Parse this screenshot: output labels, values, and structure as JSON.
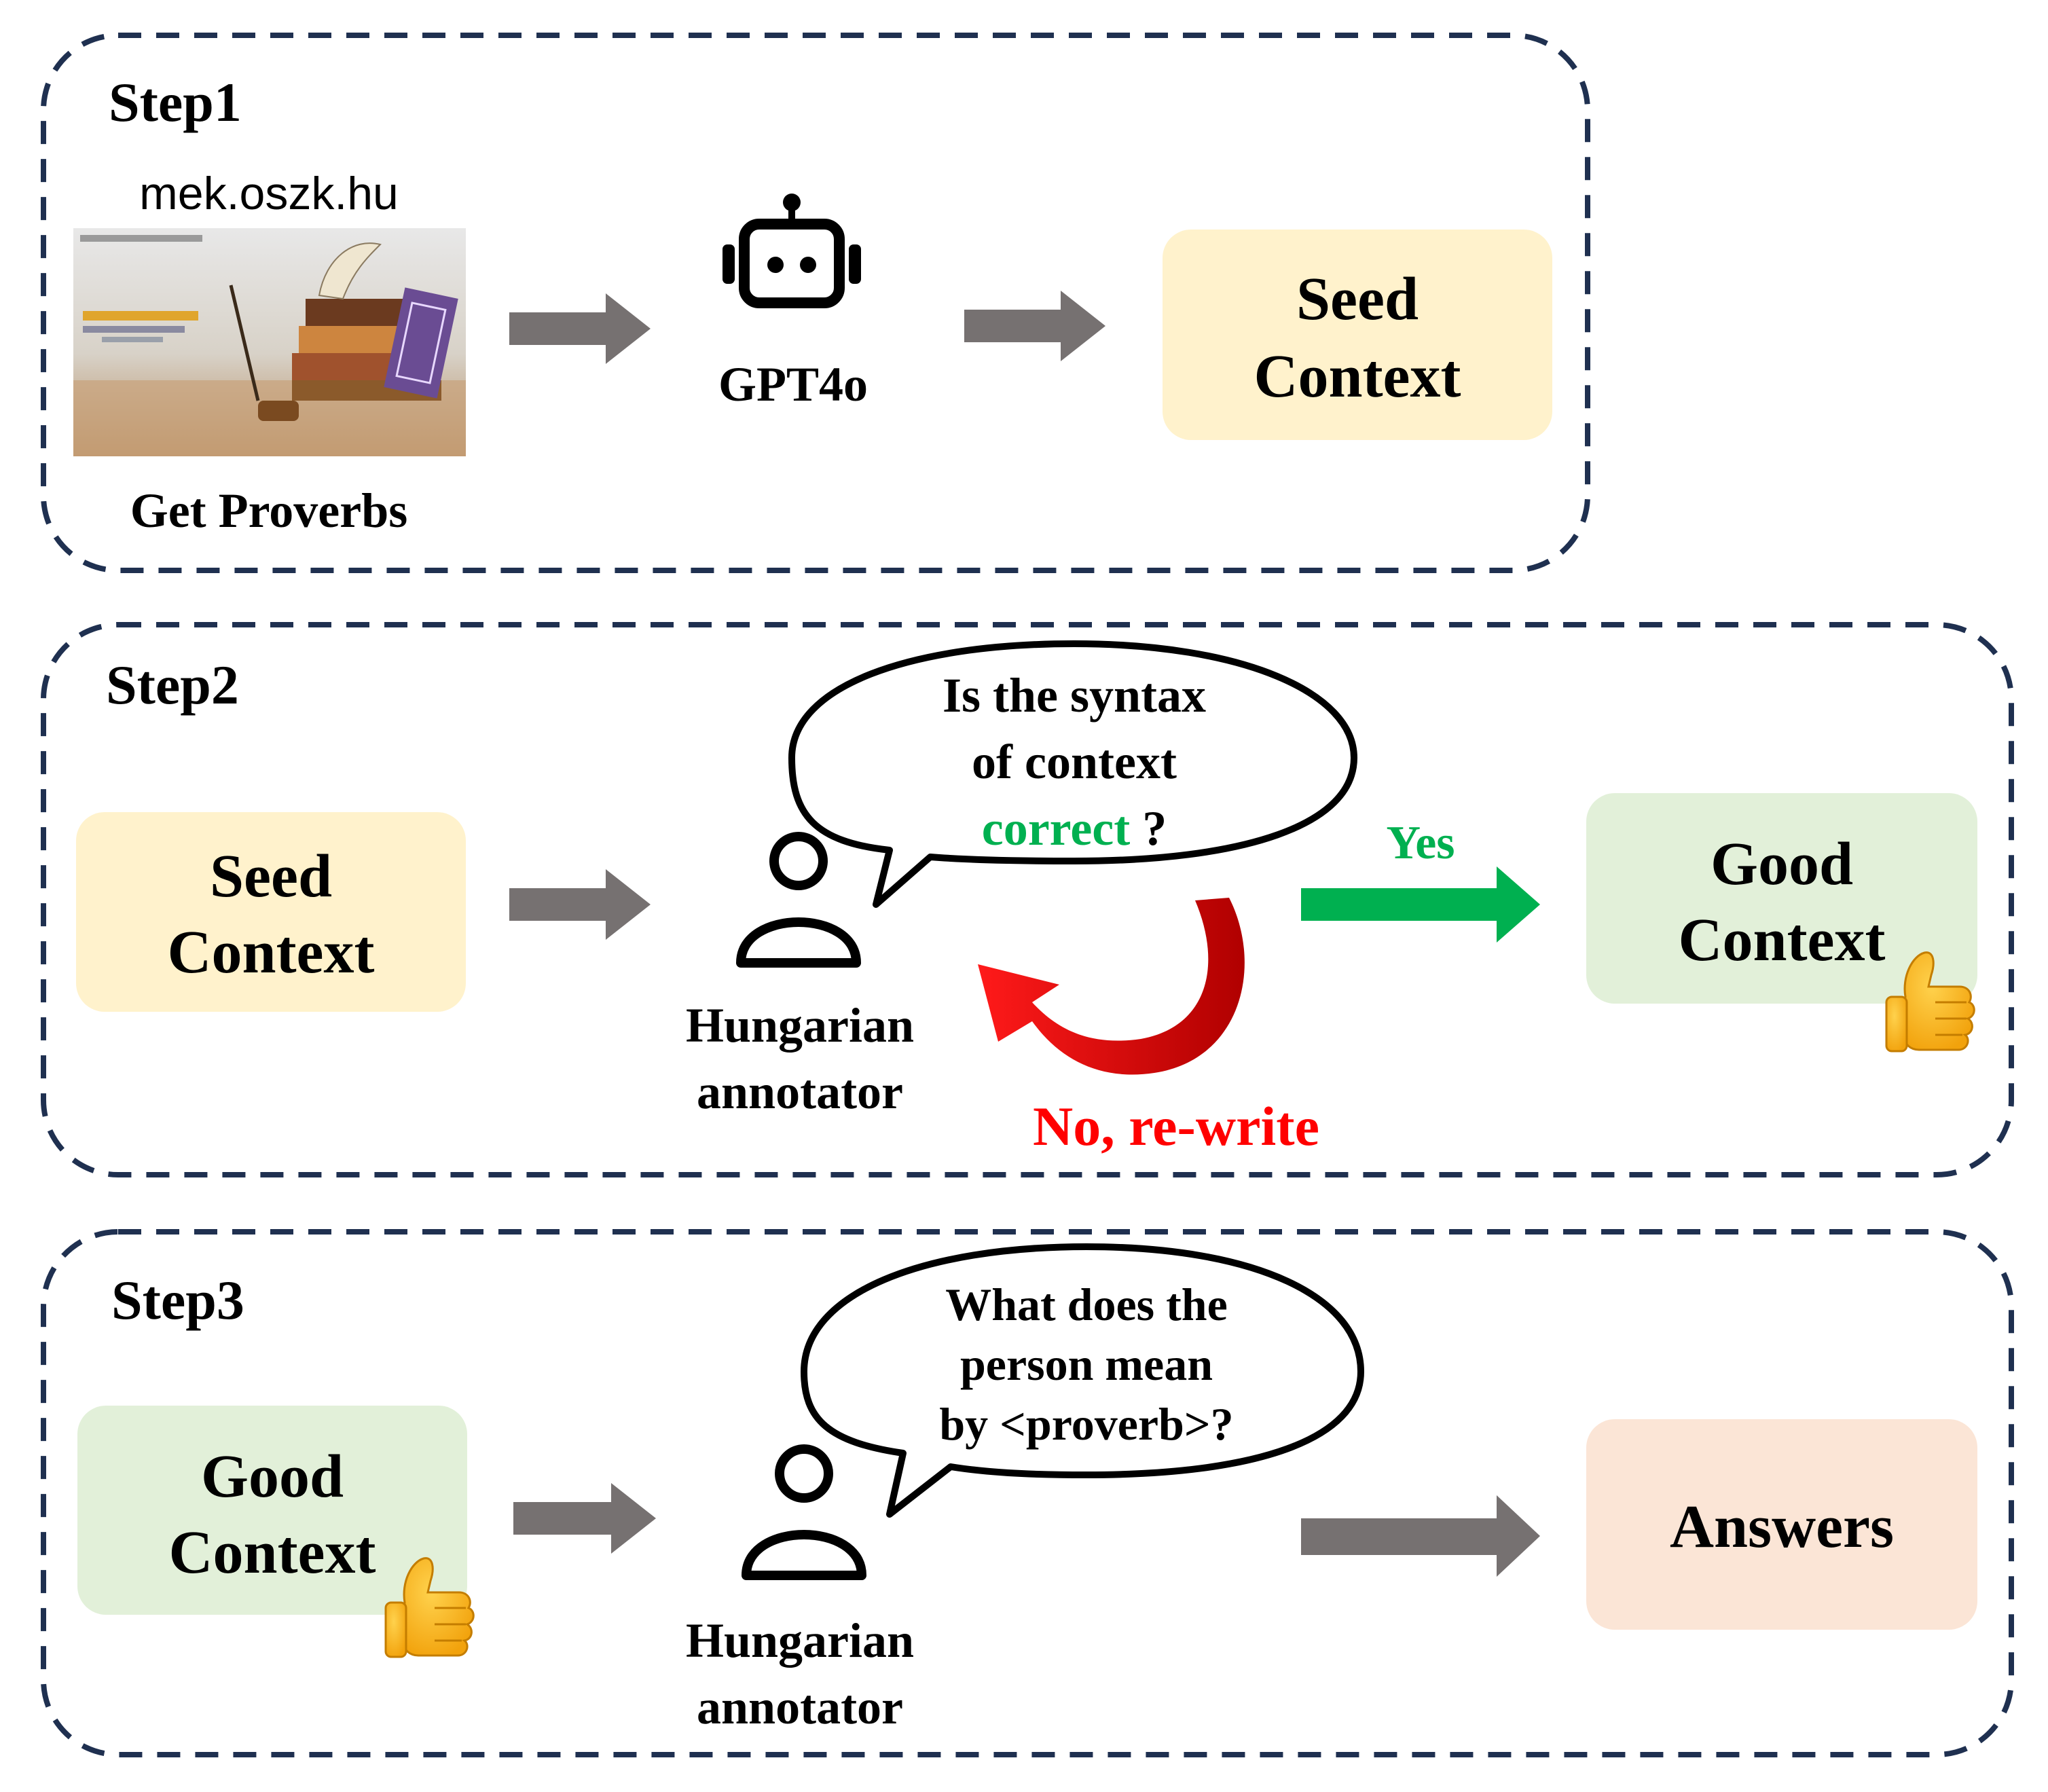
{
  "step1": {
    "label": "Step1",
    "source_url": "mek.oszk.hu",
    "source_caption": "Get Proverbs",
    "model_label": "GPT4o",
    "output_box": [
      "Seed",
      "Context"
    ]
  },
  "step2": {
    "label": "Step2",
    "input_box": [
      "Seed",
      "Context"
    ],
    "question_lines": [
      "Is the syntax",
      "of context"
    ],
    "question_highlight": "correct",
    "question_suffix": " ?",
    "annotator": [
      "Hungarian",
      "annotator"
    ],
    "yes_label": "Yes",
    "no_label": "No, re-write",
    "output_box": [
      "Good",
      "Context"
    ]
  },
  "step3": {
    "label": "Step3",
    "input_box": [
      "Good",
      "Context"
    ],
    "question_lines": [
      "What does the",
      "person mean",
      "by <proverb>?"
    ],
    "annotator": [
      "Hungarian",
      "annotator"
    ],
    "output_box": "Answers"
  },
  "colors": {
    "frame": "#1f3050",
    "seed_box": "#fff2cc",
    "good_box": "#e2f0d9",
    "answer_box": "#fbe5d6",
    "arrow_gray": "#767171",
    "yes_green": "#00b050",
    "no_red": "#ff0000"
  },
  "icons": [
    "robot-icon",
    "person-icon",
    "thumbs-up-icon",
    "book-stack-image"
  ]
}
